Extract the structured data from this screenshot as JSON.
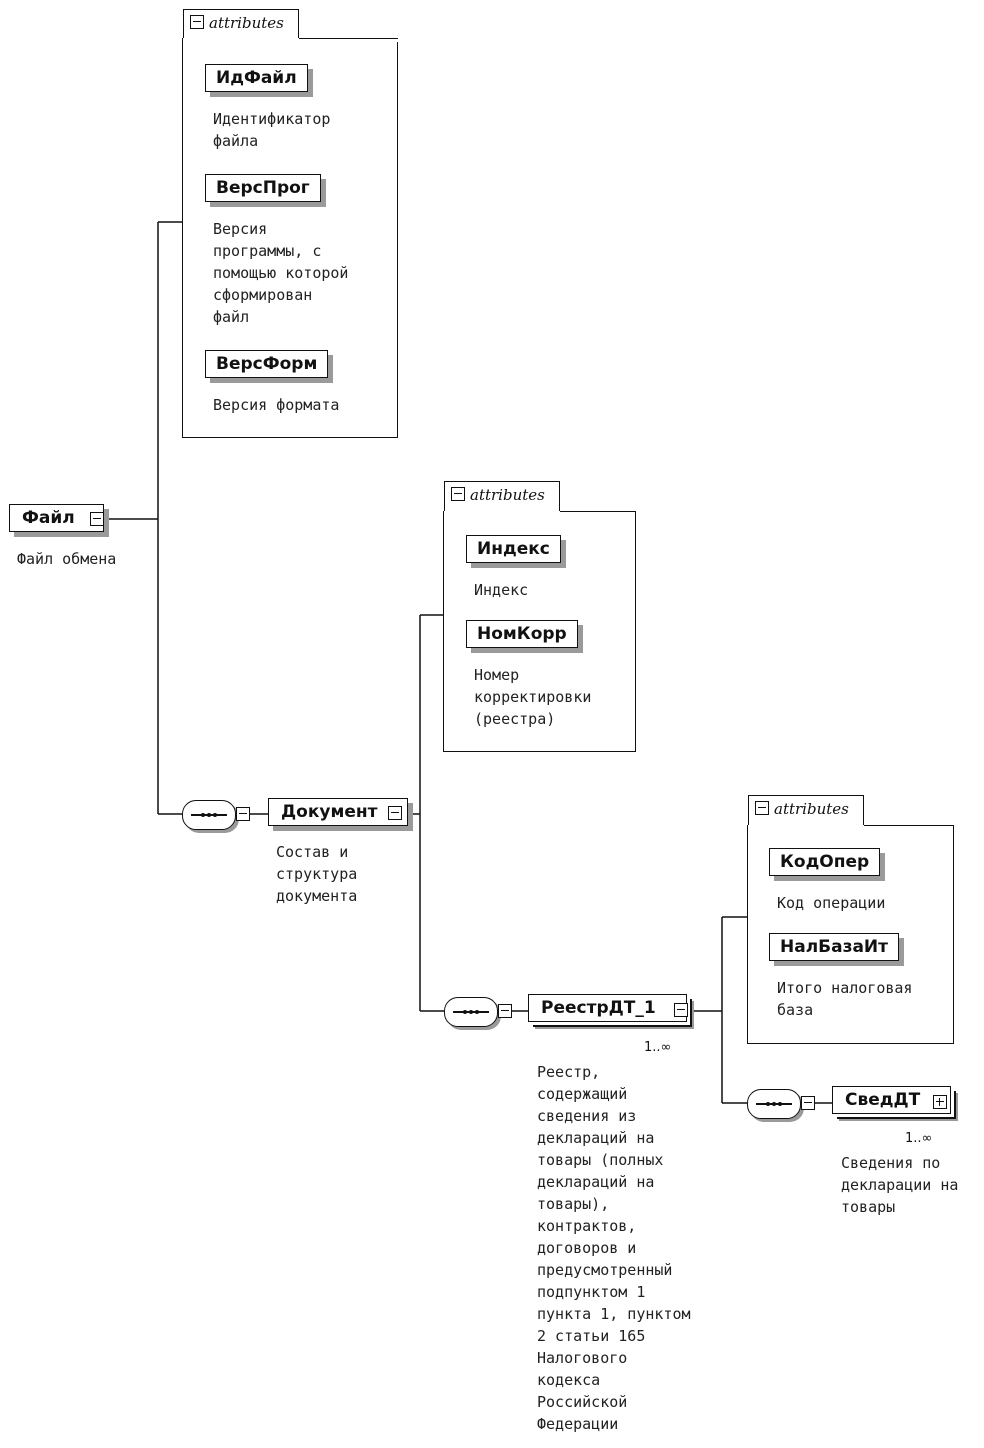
{
  "attributes_tab_label": "attributes",
  "root": {
    "name": "Файл",
    "description": "Файл обмена"
  },
  "root_attributes": [
    {
      "name": "ИдФайл",
      "description": "Идентификатор\nфайла"
    },
    {
      "name": "ВерсПрог",
      "description": "Версия\nпрограммы, с\nпомощью которой\nсформирован\nфайл"
    },
    {
      "name": "ВерсФорм",
      "description": "Версия формата"
    }
  ],
  "document": {
    "name": "Документ",
    "description": "Состав и\nструктура\nдокумента"
  },
  "document_attributes": [
    {
      "name": "Индекс",
      "description": "Индекс"
    },
    {
      "name": "НомКорр",
      "description": "Номер\nкорректировки\n(реестра)"
    }
  ],
  "registry": {
    "name": "РеестрДТ_1",
    "occurrence": "1..∞",
    "description": "Реестр,\nсодержащий\nсведения из\nдеклараций на\nтовары (полных\nдеклараций на\nтовары),\nконтрактов,\nдоговоров и\nпредусмотренный\nподпунктом 1\nпункта 1, пунктом\n2 статьи 165\nНалогового\nкодекса\nРоссийской\nФедерации"
  },
  "registry_attributes": [
    {
      "name": "КодОпер",
      "description": "Код операции"
    },
    {
      "name": "НалБазаИт",
      "description": "Итого налоговая\nбаза"
    }
  ],
  "sved": {
    "name": "СведДТ",
    "occurrence": "1..∞",
    "description": "Сведения по\nдекларации на\nтовары"
  }
}
